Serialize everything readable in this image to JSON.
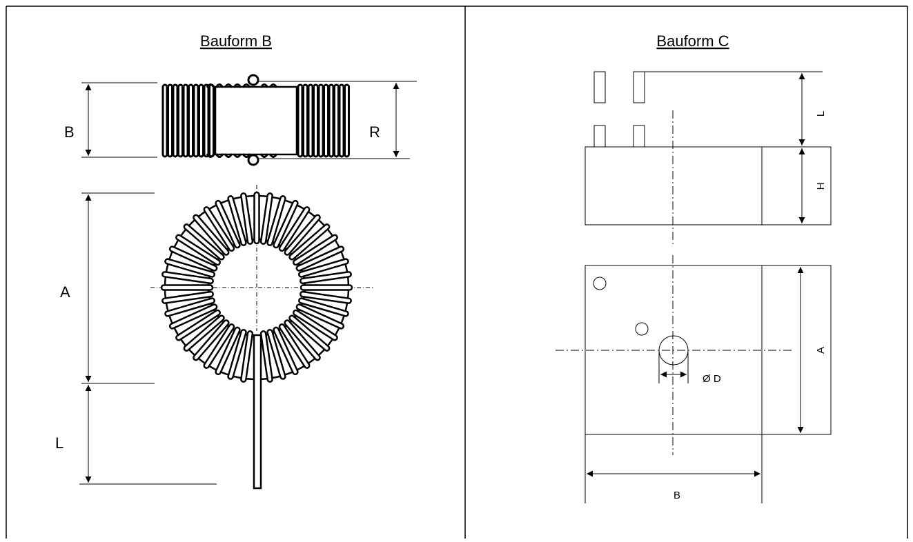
{
  "panels": {
    "left": {
      "title": "Bauform B",
      "labels": {
        "B": "B",
        "R": "R",
        "A": "A",
        "L": "L"
      }
    },
    "right": {
      "title": "Bauform C",
      "labels": {
        "L": "L",
        "H": "H",
        "A": "A",
        "D": "Ø D",
        "B": "B"
      }
    }
  },
  "colors": {
    "line": "#000000",
    "background": "#ffffff"
  }
}
